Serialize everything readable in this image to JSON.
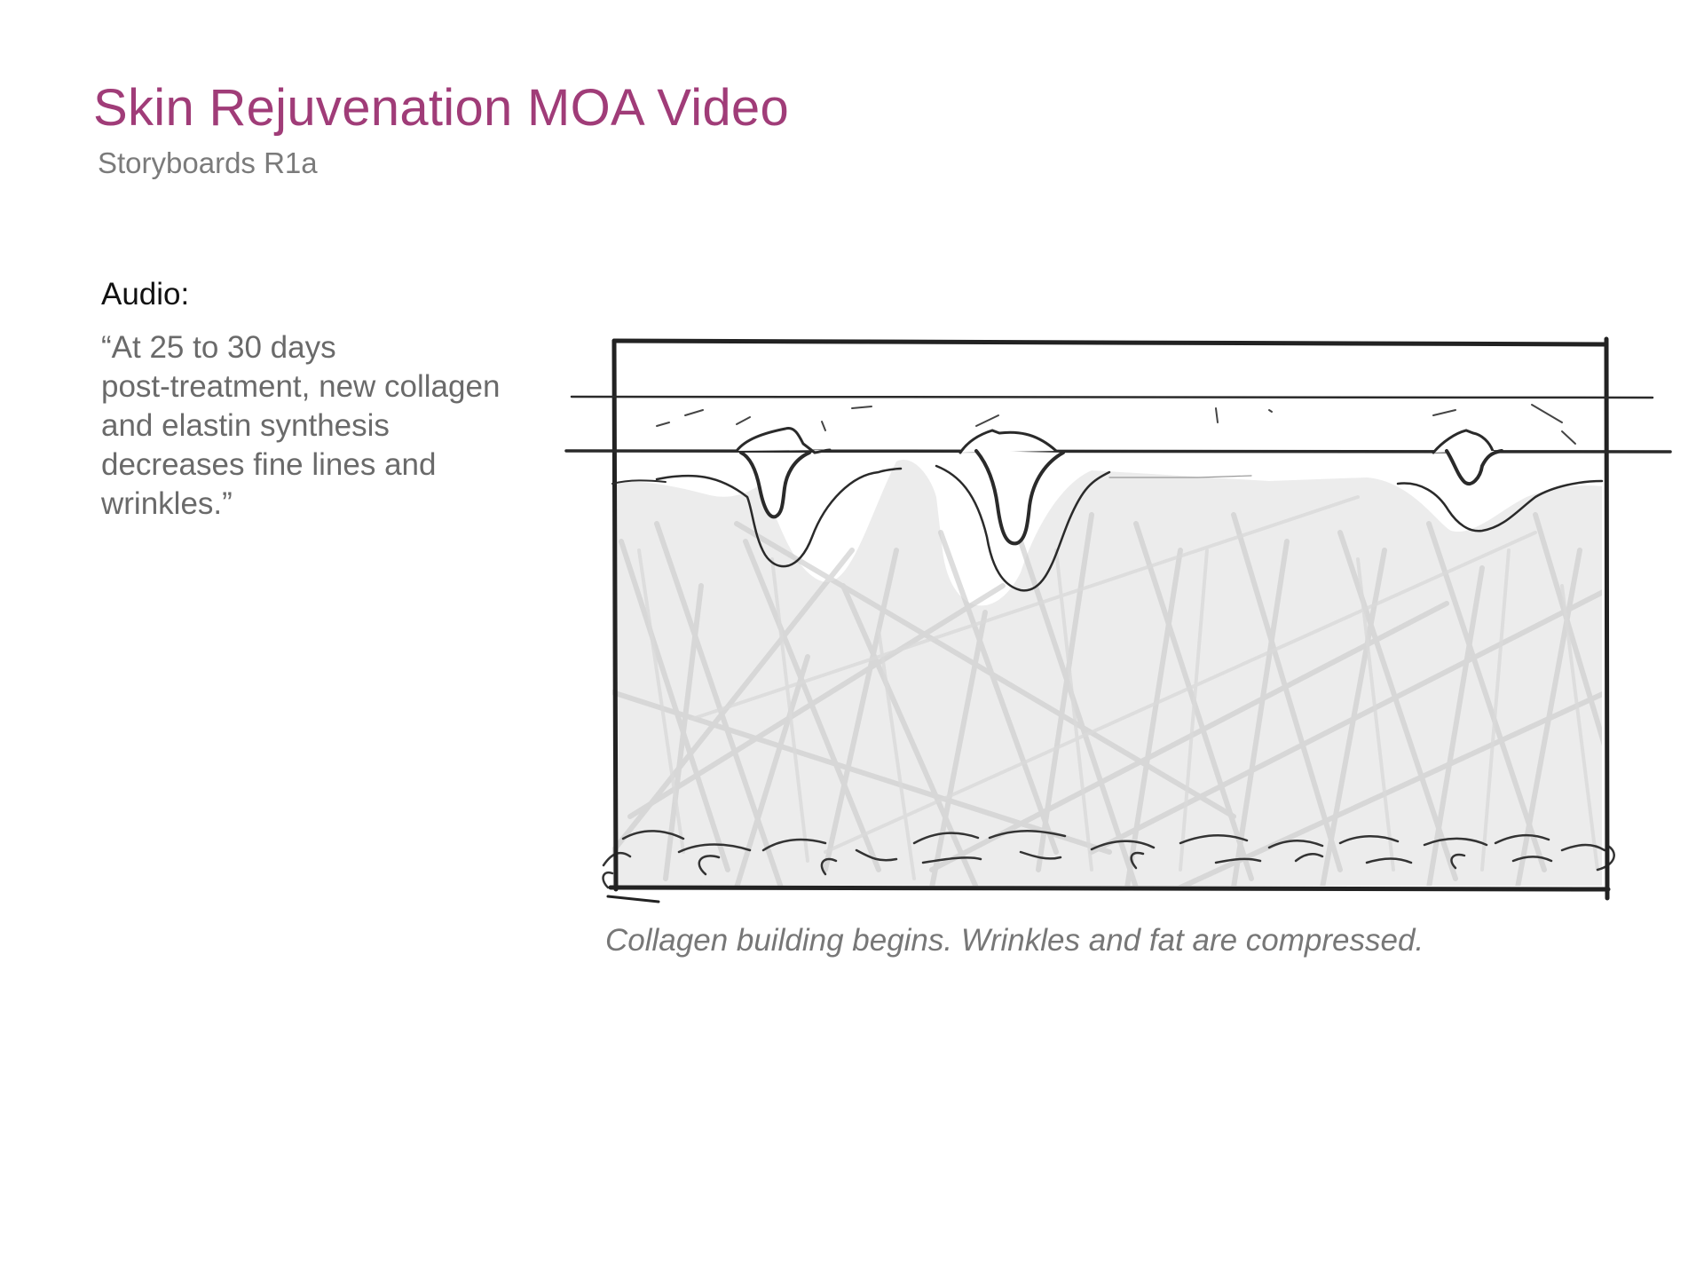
{
  "header": {
    "title": "Skin Rejuvenation MOA Video",
    "subtitle": "Storyboards R1a"
  },
  "audio": {
    "label": "Audio:",
    "lines": [
      "“At 25 to 30 days",
      "post-treatment, new collagen",
      "and elastin synthesis",
      "decreases fine lines and",
      "wrinkles.”"
    ]
  },
  "frame": {
    "caption": "Collagen building begins. Wrinkles and fat are compressed."
  }
}
